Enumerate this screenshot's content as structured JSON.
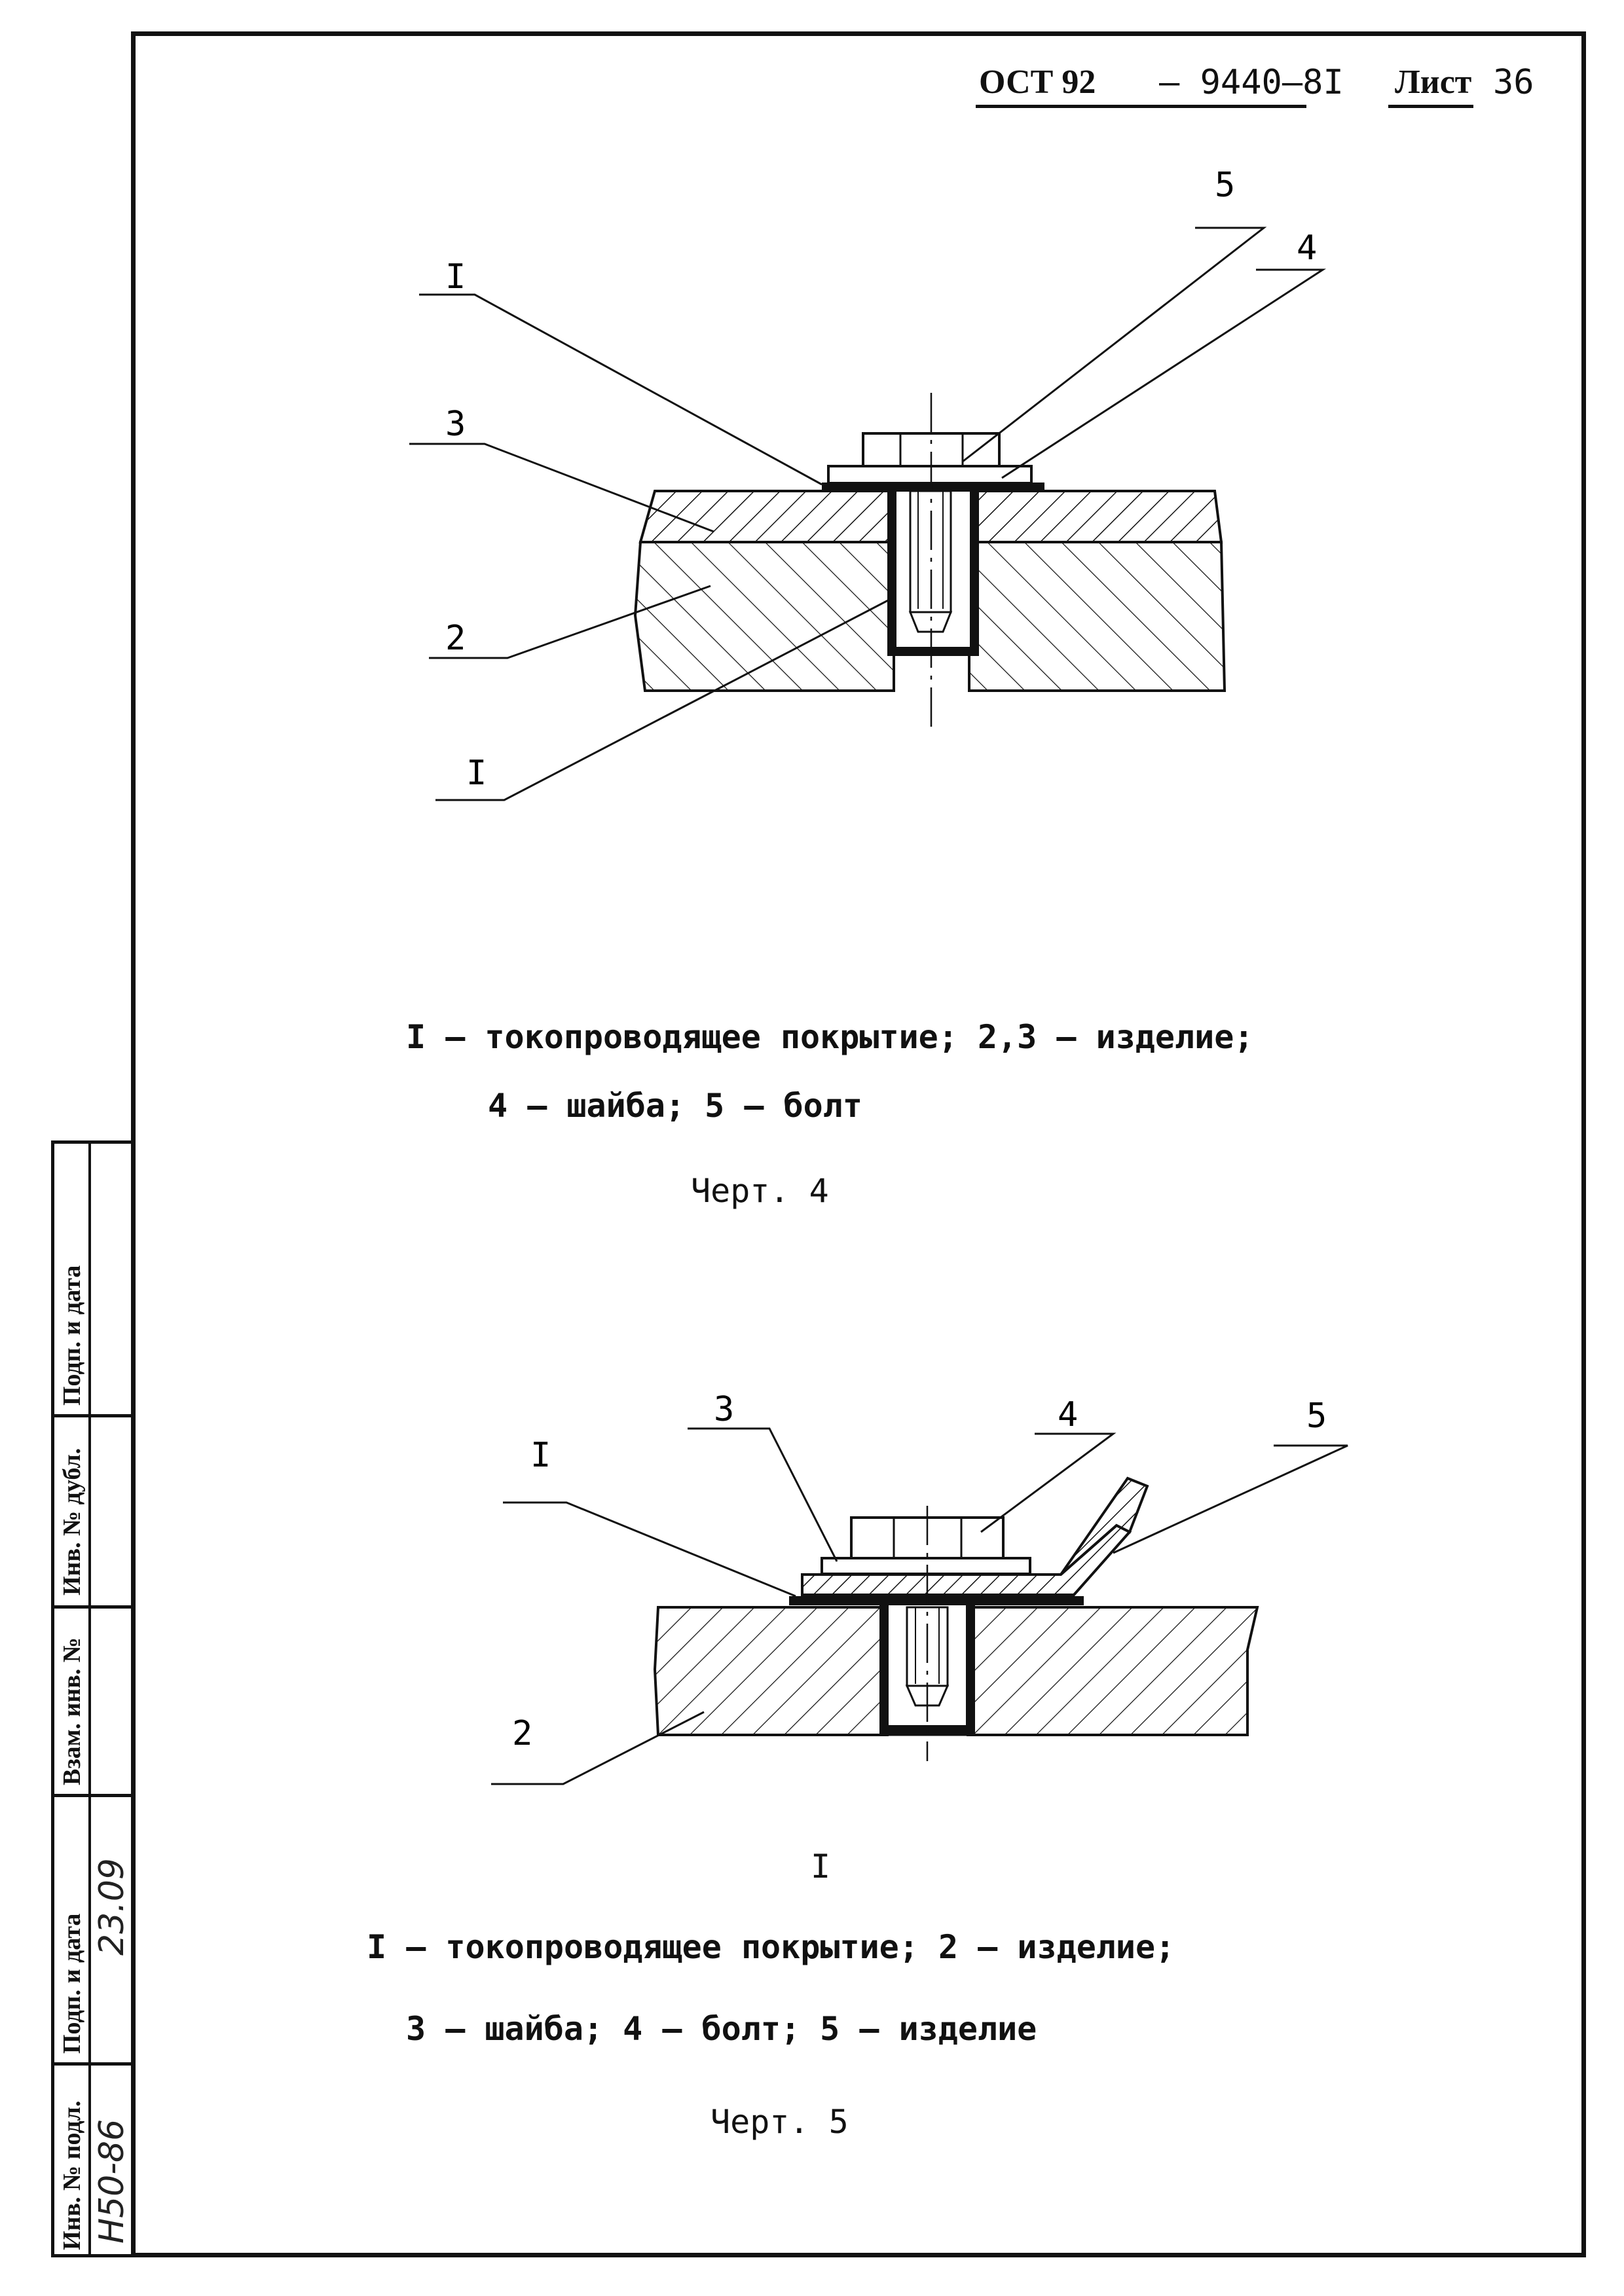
{
  "header": {
    "standard": "ОСТ 92",
    "number": "– 9440–8I",
    "sheet_label": "Лист",
    "sheet_number": "36"
  },
  "figure4": {
    "callouts": {
      "c1_top": "I",
      "c3": "3",
      "c2": "2",
      "c1_bottom": "I",
      "c5": "5",
      "c4": "4"
    },
    "legend_line1": "I – токопроводящее покрытие;   2,3 – изделие;",
    "legend_line2": "4 – шайба;   5 – болт",
    "caption": "Черт. 4"
  },
  "figure5": {
    "callouts": {
      "c1": "I",
      "c3": "3",
      "c4": "4",
      "c5": "5",
      "c2": "2"
    },
    "view_label": "I",
    "legend_line1": "I – токопроводящее покрытие;   2 – изделие;",
    "legend_line2": "3 – шайба;   4 – болт;   5 – изделие",
    "caption": "Черт. 5"
  },
  "stamp": {
    "labels": [
      "Подп. и дата",
      "Инв. № дубл.",
      "Взам. инв. №",
      "Подп. и дата",
      "Инв. № подл."
    ],
    "handwritten_date": "23.09",
    "handwritten_inv": "Н50-86"
  }
}
